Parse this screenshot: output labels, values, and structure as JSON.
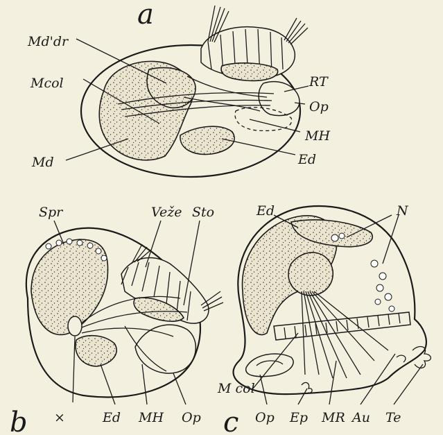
{
  "panels": {
    "a": {
      "letter": "a",
      "labels": {
        "mddr": "Md'dr",
        "mcol": "Mcol",
        "md": "Md",
        "rt": "RT",
        "op": "Op",
        "mh": "MH",
        "ed": "Ed"
      }
    },
    "b": {
      "letter": "b",
      "labels": {
        "spr": "Spr",
        "veze": "Veže",
        "sto": "Sto",
        "x": "×",
        "ed": "Ed",
        "mh": "MH",
        "op": "Op"
      }
    },
    "c": {
      "letter": "c",
      "labels": {
        "ed": "Ed",
        "n": "N",
        "mcol": "M col",
        "op": "Op",
        "ep": "Ep",
        "mr": "MR",
        "au": "Au",
        "te": "Te"
      }
    }
  }
}
